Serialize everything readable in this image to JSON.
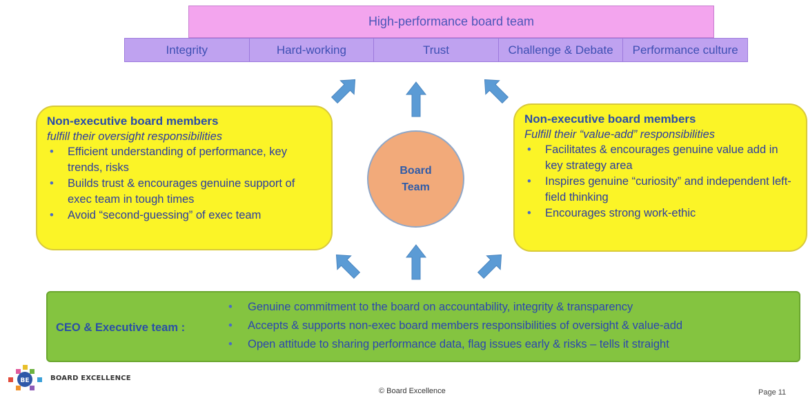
{
  "top": {
    "title": "High-performance board team"
  },
  "values": [
    "Integrity",
    "Hard-working",
    "Trust",
    "Challenge & Debate",
    "Performance culture"
  ],
  "left_box": {
    "title": "Non-executive board members",
    "subtitle": "fulfill their oversight responsibilities",
    "bullets": [
      "Efficient understanding of performance, key trends, risks",
      "Builds trust & encourages genuine support of exec team in tough times",
      "Avoid “second-guessing” of exec team"
    ]
  },
  "right_box": {
    "title": "Non-executive board members",
    "subtitle": "Fulfill their “value-add” responsibilities",
    "bullets": [
      "Facilitates & encourages genuine value add in key strategy area",
      "Inspires genuine “curiosity” and independent left-field thinking",
      "Encourages strong work-ethic"
    ]
  },
  "center": {
    "line1": "Board",
    "line2": "Team"
  },
  "ceo": {
    "label": "CEO & Executive team :",
    "bullets": [
      "Genuine commitment to the board on accountability, integrity & transparency",
      "Accepts & supports non-exec board members responsibilities of oversight & value-add",
      "Open attitude to sharing performance data, flag issues early & risks – tells it straight"
    ]
  },
  "footer": {
    "logo_initials": "BE",
    "logo_text": "BOARD EXCELLENCE",
    "copyright": "© Board Excellence",
    "page": "Page  11"
  },
  "colors": {
    "banner": "#f3a5ee",
    "values_row": "#bfa2f0",
    "side_boxes": "#fbf427",
    "circle": "#f2aa7a",
    "ceo_box": "#84c440",
    "arrows": "#5b9bd5",
    "text": "#2c3da0"
  }
}
